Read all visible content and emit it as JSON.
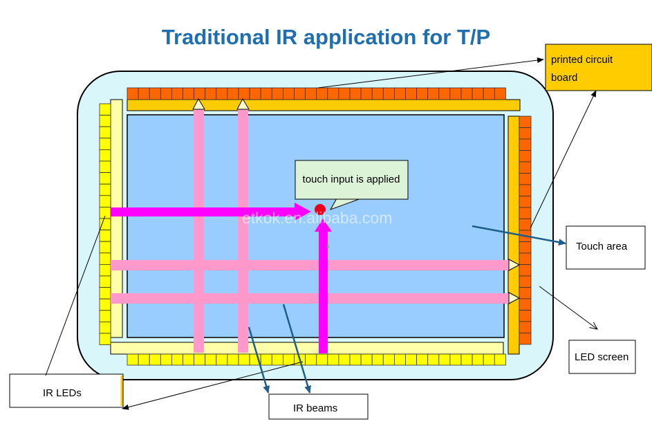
{
  "title": "Traditional IR application for T/P",
  "labels": {
    "pcb": "printed circuit board",
    "pcb_line1": "printed circuit",
    "pcb_line2": "board",
    "touch_input": "touch input is applied",
    "touch_area": "Touch area",
    "led_screen": "LED screen",
    "ir_leds": "IR LEDs",
    "ir_beams": "IR beams"
  },
  "watermark": "etkok.en.alibaba.com",
  "colors": {
    "title": "#1f6fb0",
    "bezel_fill": "#d9f6fb",
    "screen_fill": "#99ccff",
    "led_yellow": "#ffff00",
    "led_orange": "#ff6600",
    "strip_light_yellow": "#ffffaa",
    "strip_amber": "#ffcc00",
    "beam_pink": "#ff99cc",
    "beam_magenta": "#ff00ff",
    "touch_point": "#e8001c",
    "pcb_box": "#ffcc00",
    "annotation_arrow": "#1f5d8a"
  },
  "icons": [
    "touch-point-icon",
    "arrow-icon"
  ]
}
